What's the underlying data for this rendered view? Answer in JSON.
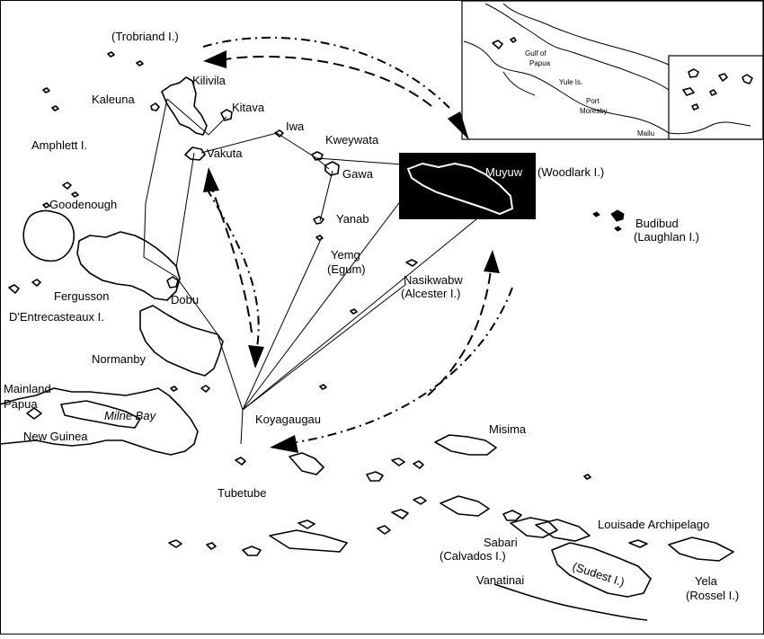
{
  "labels": {
    "trobriand": "(Trobriand I.)",
    "kaleuna": "Kaleuna",
    "kilivila": "Kilivila",
    "kitava": "Kitava",
    "iwa": "Iwa",
    "kweywata": "Kweywata",
    "vakuta": "Vakuta",
    "gawa": "Gawa",
    "amphlett": "Amphlett I.",
    "muyuw": "Muyuw",
    "woodlark": "(Woodlark I.)",
    "goodenough": "Goodenough",
    "yanab": "Yanab",
    "budibud": "Budibud",
    "laughlan": "(Laughlan I.)",
    "yemg": "Yemg",
    "egum": "(Egum)",
    "nasikwabw": "Nasikwabw",
    "alcester": "(Alcester I.)",
    "fergusson": "Fergusson",
    "dobu": "Dobu",
    "dentrecasteaux": "D'Entrecasteaux I.",
    "normanby": "Normanby",
    "mainland": "Mainland",
    "papua": "Papua",
    "milne_bay": "Milne Bay",
    "koyagaugau": "Koyagaugau",
    "new_guinea": "New Guinea",
    "misima": "Misima",
    "tubetube": "Tubetube",
    "louisiade": "Louisade Archipelago",
    "sabari": "Sabari",
    "calvados": "(Calvados I.)",
    "sudest": "(Sudest I.)",
    "yela": "Yela",
    "rossel": "(Rossel I.)",
    "vanatinai": "Vanatinai"
  },
  "inset": {
    "gulf_line1": "Gulf of",
    "gulf_line2": "Papua",
    "yule": "Yule Is.",
    "port_line1": "Port",
    "port_line2": "Moresby",
    "mailu": "Mailu"
  },
  "colors": {
    "ink": "#000000",
    "paper": "#ffffff"
  }
}
